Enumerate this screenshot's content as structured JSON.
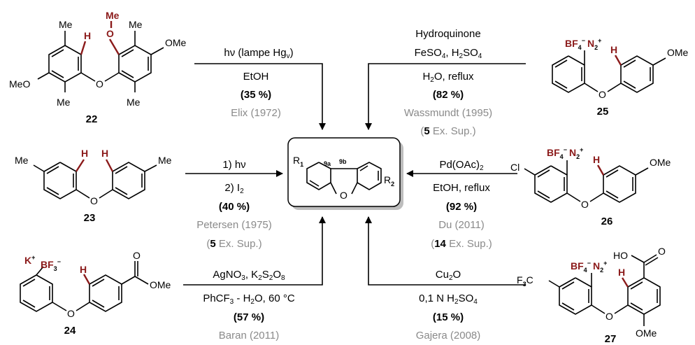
{
  "product": {
    "r1": "R",
    "r1_sub": "1",
    "r2": "R",
    "r2_sub": "2",
    "o": "O",
    "pos_9a": "9a",
    "pos_9b": "9b"
  },
  "compounds": {
    "c22": {
      "number": "22",
      "me_top_left": "Me",
      "me_top_right": "Me",
      "meo_left": "MeO",
      "ome_right": "OMe",
      "me_bottom_left": "Me",
      "me_bottom_right": "Me",
      "o_bridge": "O",
      "methoxy_me": "Me",
      "methoxy_o": "O",
      "h": "H"
    },
    "c23": {
      "number": "23",
      "me_left": "Me",
      "me_right": "Me",
      "o_bridge": "O",
      "h1": "H",
      "h2": "H"
    },
    "c24": {
      "number": "24",
      "k": "K",
      "bf": "BF",
      "bf_sub": "3",
      "o_bridge": "O",
      "h": "H",
      "carbonyl_o": "O",
      "ome": "OMe"
    },
    "c25": {
      "number": "25",
      "bf": "BF",
      "bf_sub": "4",
      "n2": "N",
      "n2_sub": "2",
      "o_bridge": "O",
      "h": "H",
      "ome": "OMe"
    },
    "c26": {
      "number": "26",
      "cl": "Cl",
      "bf": "BF",
      "bf_sub": "4",
      "n2": "N",
      "n2_sub": "2",
      "o_bridge": "O",
      "h": "H",
      "ome": "OMe"
    },
    "c27": {
      "number": "27",
      "cf3": "F",
      "cf3_sub": "3",
      "cf3_c": "C",
      "bf": "BF",
      "bf_sub": "4",
      "n2": "N",
      "n2_sub": "2",
      "o_bridge": "O",
      "h": "H",
      "ho": "HO",
      "carbonyl_o": "O",
      "ome": "OMe"
    }
  },
  "reactions": {
    "r22": {
      "line1": "hν (lampe Hg",
      "line1_sub": "v",
      "line1_end": ")",
      "line2": "EtOH",
      "yield": "(35 %)",
      "citation": "Elix (1972)"
    },
    "r23": {
      "line1": "1) hν",
      "line2": "2) I",
      "line2_sub": "2",
      "yield": "(40 %)",
      "citation": "Petersen (1975)",
      "ex_open": "(",
      "ex_num": "5",
      "ex_text": " Ex. Sup.)"
    },
    "r24": {
      "line1a": "AgNO",
      "line1a_sub": "3",
      "line1b": ", K",
      "line1b_sub": "2",
      "line1c": "S",
      "line1c_sub": "2",
      "line1d": "O",
      "line1d_sub": "8",
      "line2a": "PhCF",
      "line2a_sub": "3",
      "line2b": " - H",
      "line2b_sub": "2",
      "line2c": "O, 60 °C",
      "yield": "(57 %)",
      "citation": "Baran (2011)"
    },
    "r25": {
      "line1": "Hydroquinone",
      "line2a": "FeSO",
      "line2a_sub": "4",
      "line2b": ", H",
      "line2b_sub": "2",
      "line2c": "SO",
      "line2c_sub": "4",
      "line3a": "H",
      "line3a_sub": "2",
      "line3b": "O, reflux",
      "yield": "(82 %)",
      "citation": "Wassmundt (1995)",
      "ex_open": "(",
      "ex_num": "5",
      "ex_text": " Ex. Sup.)"
    },
    "r26": {
      "line1a": "Pd(OAc)",
      "line1a_sub": "2",
      "line2": "EtOH, reflux",
      "yield": "(92 %)",
      "citation": "Du (2011)",
      "ex_open": "(",
      "ex_num": "14",
      "ex_text": " Ex. Sup.)"
    },
    "r27": {
      "line1a": "Cu",
      "line1a_sub": "2",
      "line1b": "O",
      "line2a": "0,1 N H",
      "line2a_sub": "2",
      "line2b": "SO",
      "line2b_sub": "4",
      "yield": "(15 %)",
      "citation": "Gajera (2008)"
    }
  }
}
